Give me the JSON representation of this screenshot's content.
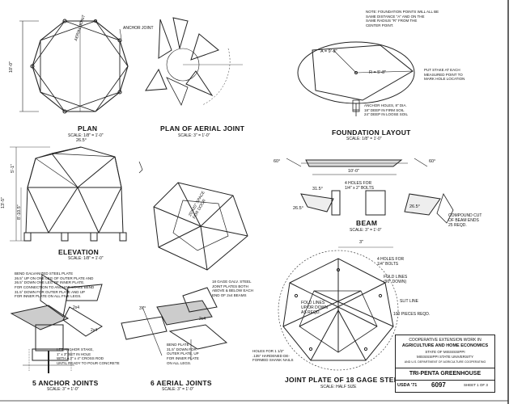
{
  "views": {
    "plan": {
      "title": "PLAN",
      "scale": "SCALE: 1/8\" = 1'-0\"",
      "label_anchor": "ANCHOR JOINT",
      "label_aerial": "AERIAL JOINT",
      "dim_height": "10'-0\""
    },
    "plan_aerial": {
      "title": "PLAN OF AERIAL JOINT",
      "scale": "SCALE: 3\" = 1'-0\""
    },
    "foundation": {
      "title": "FOUNDATION LAYOUT",
      "scale": "SCALE: 1/8\" = 1'-0\"",
      "dim_a": "A = 9'-8\"",
      "dim_r": "R = 5'-8\"",
      "stake_note": "PUT STAKE AT EACH\nMEASURED POINT TO\nMARK HOLE LOCATION",
      "anchor_note": "ANCHOR HOLES, 8\" DIA.\n18\" DEEP IN FIRM SOIL\n24\" DEEP IN LOOSE SOIL"
    },
    "note_top": "NOTE: FOUNDATION POINTS WILL ALL BE\nSAME DISTANCE \"A\" AND ON THE\nSAME RADIUS \"R\" FROM THE\nCENTER POINT.",
    "elevation": {
      "title": "ELEVATION",
      "scale": "SCALE: 1/8\" = 1'-0\"",
      "dim_total": "13'-5\"",
      "dim_wall": "8'-10.5\"",
      "dim_top": "5'-1\"",
      "angle": "26.5°"
    },
    "door": {
      "label": "20\"x20\" SPACE\nFOR DOOR"
    },
    "beam": {
      "title": "BEAM",
      "scale": "SCALE: 3\" = 1'-0\"",
      "dim_len": "10'-0\"",
      "angle_a": "60°",
      "angle_b": "60°",
      "bolt_note": "4 HOLES FOR\n1/4\" x 2\" BOLTS",
      "compound_note": "COMPOUND CUT\nOF BEAM ENDS\n25 REQD.",
      "angle_c": "26.5°",
      "angle_d": "26.5°",
      "angle_e": "31.5°"
    },
    "anchor_joints": {
      "title": "5 ANCHOR JOINTS",
      "scale": "SCALE: 3\" = 1'-0\"",
      "note": "BEND GALVANIZED STEEL PLATE\n26.5° UP ON ONE LEG OF OUTER PLATE AND\n26.5° DOWN ONE LEG OF INNER PLATE.\nFOR CONNECTION TO ANCHOR STAKE BEND\n31.5° DOWN FOR OUTER PLATE AND UP\nFOR INNER PLATE ON ALL FIVE LEGS.",
      "stake_note": "LET ANCHOR STAKE,\n1\" x 3\" SET IN HOLE\nWITH A 2\" x 4\" CROSS ROD\nUNTIL READY TO POUR CONCRETE",
      "lbl_2x4": "2x4",
      "lbl_2x4b": "2x4"
    },
    "aerial_joints": {
      "title": "6 AERIAL JOINTS",
      "scale": "SCALE: 3\" = 1'-0\"",
      "note": "18 GAGE GALV. STEEL\nJOINT PLATES BOTH\nABOVE & BELOW EACH\nEND OF 2x4 BEAMS",
      "bend_note": "BEND PLATE\n31.5° DOWN FOR\nOUTER PLATE, UP\nFOR INNER PLATE\nON ALL LEGS.",
      "angle": "37°",
      "lbl_2x4": "2x4"
    },
    "joint_plate": {
      "title": "JOINT PLATE OF 18 GAGE STEEL",
      "scale": "SCALE: HALF SIZE",
      "holes": "4 HOLES FOR\n1/4\" BOLTS",
      "fold": "FOLD LINES\n(90° DOWN)",
      "slit": "SLIT LINE",
      "fold2": "FOLD LINES\nUP OR DOWN\nAS REQD.",
      "pieces": "100 PIECES REQD.",
      "holes2": "HOLES FOR 1 1/2\"\n.135\" HARDENED DE-\nFORMED SHANK NAILS",
      "dim": "3\""
    },
    "title_block": {
      "line1": "COOPERATIVE EXTENSION WORK IN",
      "line2": "AGRICULTURE AND HOME ECONOMICS",
      "line3": "STATE OF MISSISSIPPI",
      "line4": "MISSISSIPPI STATE UNIVERSITY",
      "line5": "AND U.S. DEPARTMENT OF AGRICULTURE COOPERATING",
      "project": "TRI-PENTA GREENHOUSE",
      "code": "USDA '71",
      "number": "6097",
      "sheet": "SHEET 1 OF 3"
    }
  }
}
